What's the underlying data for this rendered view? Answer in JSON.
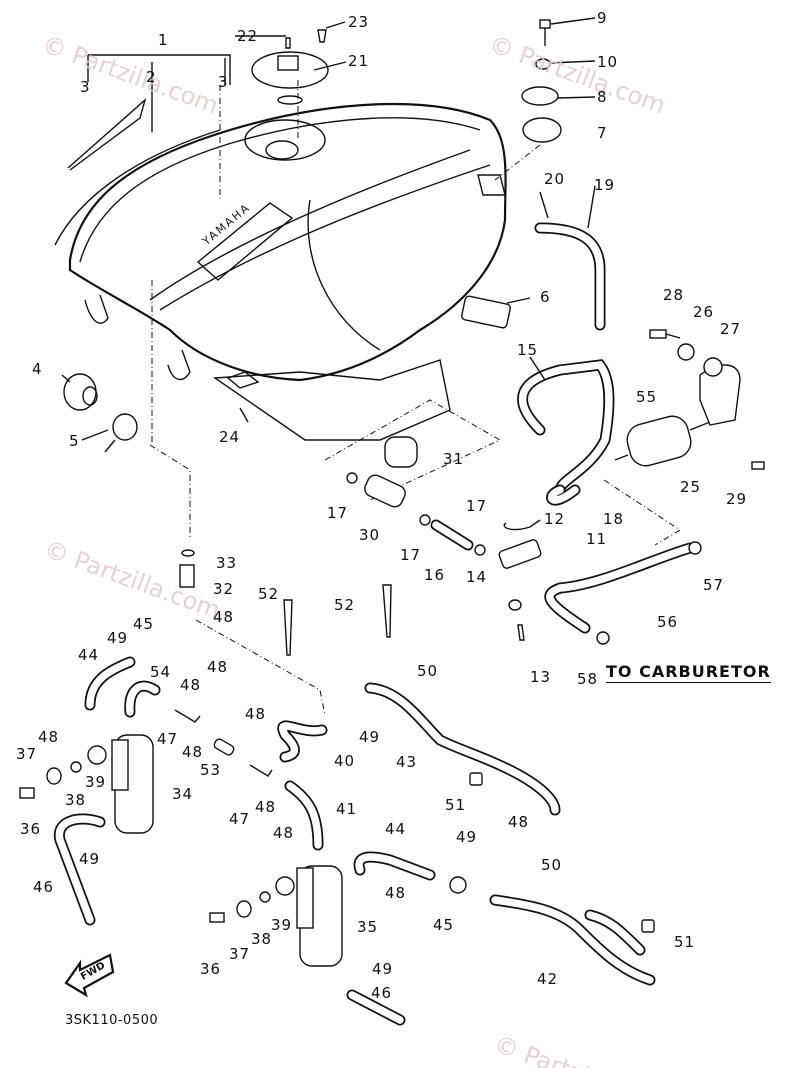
{
  "diagram": {
    "title": "Yamaha Fuel Tank Parts Diagram",
    "brand_on_tank": "YAMAHA",
    "diagram_code": "3SK110-0500",
    "annotation_to_carburetor": "TO CARBURETOR",
    "direction_arrow_label": "FWD",
    "watermark_text": "© Partzilla.com",
    "callouts": [
      {
        "id": "c1",
        "label": "1"
      },
      {
        "id": "c2",
        "label": "2"
      },
      {
        "id": "c3a",
        "label": "3"
      },
      {
        "id": "c3b",
        "label": "3"
      },
      {
        "id": "c4",
        "label": "4"
      },
      {
        "id": "c5",
        "label": "5"
      },
      {
        "id": "c6",
        "label": "6"
      },
      {
        "id": "c7",
        "label": "7"
      },
      {
        "id": "c8",
        "label": "8"
      },
      {
        "id": "c9",
        "label": "9"
      },
      {
        "id": "c10",
        "label": "10"
      },
      {
        "id": "c11",
        "label": "11"
      },
      {
        "id": "c12",
        "label": "12"
      },
      {
        "id": "c13",
        "label": "13"
      },
      {
        "id": "c14",
        "label": "14"
      },
      {
        "id": "c15",
        "label": "15"
      },
      {
        "id": "c16",
        "label": "16"
      },
      {
        "id": "c17a",
        "label": "17"
      },
      {
        "id": "c17b",
        "label": "17"
      },
      {
        "id": "c17c",
        "label": "17"
      },
      {
        "id": "c18",
        "label": "18"
      },
      {
        "id": "c19",
        "label": "19"
      },
      {
        "id": "c20",
        "label": "20"
      },
      {
        "id": "c21",
        "label": "21"
      },
      {
        "id": "c22",
        "label": "22"
      },
      {
        "id": "c23",
        "label": "23"
      },
      {
        "id": "c24",
        "label": "24"
      },
      {
        "id": "c25",
        "label": "25"
      },
      {
        "id": "c26",
        "label": "26"
      },
      {
        "id": "c27",
        "label": "27"
      },
      {
        "id": "c28",
        "label": "28"
      },
      {
        "id": "c29",
        "label": "29"
      },
      {
        "id": "c30",
        "label": "30"
      },
      {
        "id": "c31",
        "label": "31"
      },
      {
        "id": "c32",
        "label": "32"
      },
      {
        "id": "c33",
        "label": "33"
      },
      {
        "id": "c34",
        "label": "34"
      },
      {
        "id": "c35",
        "label": "35"
      },
      {
        "id": "c36a",
        "label": "36"
      },
      {
        "id": "c36b",
        "label": "36"
      },
      {
        "id": "c37a",
        "label": "37"
      },
      {
        "id": "c37b",
        "label": "37"
      },
      {
        "id": "c38a",
        "label": "38"
      },
      {
        "id": "c38b",
        "label": "38"
      },
      {
        "id": "c39a",
        "label": "39"
      },
      {
        "id": "c39b",
        "label": "39"
      },
      {
        "id": "c40",
        "label": "40"
      },
      {
        "id": "c41",
        "label": "41"
      },
      {
        "id": "c42",
        "label": "42"
      },
      {
        "id": "c43",
        "label": "43"
      },
      {
        "id": "c44a",
        "label": "44"
      },
      {
        "id": "c44b",
        "label": "44"
      },
      {
        "id": "c45a",
        "label": "45"
      },
      {
        "id": "c45b",
        "label": "45"
      },
      {
        "id": "c46a",
        "label": "46"
      },
      {
        "id": "c46b",
        "label": "46"
      },
      {
        "id": "c47a",
        "label": "47"
      },
      {
        "id": "c47b",
        "label": "47"
      },
      {
        "id": "c48a",
        "label": "48"
      },
      {
        "id": "c48b",
        "label": "48"
      },
      {
        "id": "c48c",
        "label": "48"
      },
      {
        "id": "c48d",
        "label": "48"
      },
      {
        "id": "c48e",
        "label": "48"
      },
      {
        "id": "c48f",
        "label": "48"
      },
      {
        "id": "c48g",
        "label": "48"
      },
      {
        "id": "c48h",
        "label": "48"
      },
      {
        "id": "c48i",
        "label": "48"
      },
      {
        "id": "c48j",
        "label": "48"
      },
      {
        "id": "c49a",
        "label": "49"
      },
      {
        "id": "c49b",
        "label": "49"
      },
      {
        "id": "c49c",
        "label": "49"
      },
      {
        "id": "c49d",
        "label": "49"
      },
      {
        "id": "c49e",
        "label": "49"
      },
      {
        "id": "c50a",
        "label": "50"
      },
      {
        "id": "c50b",
        "label": "50"
      },
      {
        "id": "c51a",
        "label": "51"
      },
      {
        "id": "c51b",
        "label": "51"
      },
      {
        "id": "c52a",
        "label": "52"
      },
      {
        "id": "c52b",
        "label": "52"
      },
      {
        "id": "c53",
        "label": "53"
      },
      {
        "id": "c54",
        "label": "54"
      },
      {
        "id": "c55",
        "label": "55"
      },
      {
        "id": "c56",
        "label": "56"
      },
      {
        "id": "c57",
        "label": "57"
      },
      {
        "id": "c58",
        "label": "58"
      }
    ]
  }
}
